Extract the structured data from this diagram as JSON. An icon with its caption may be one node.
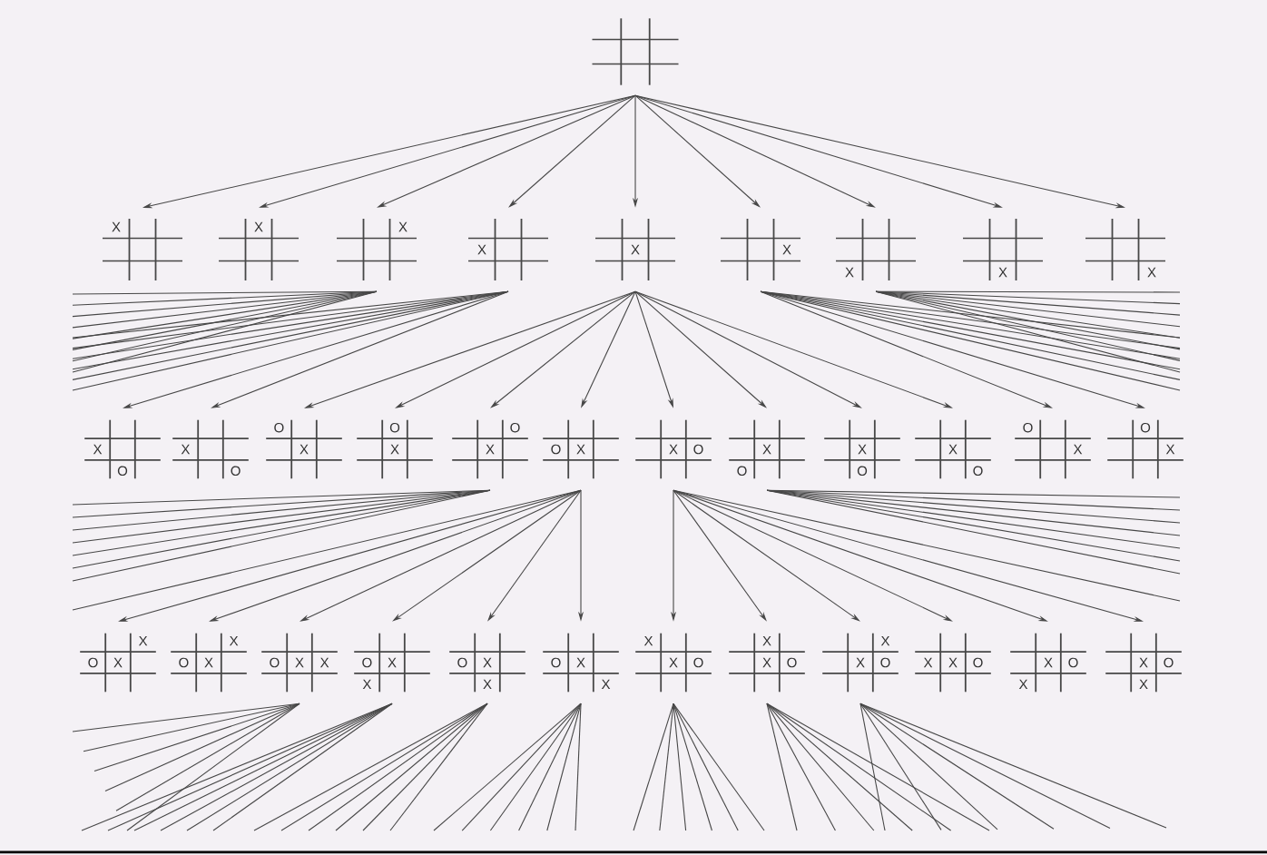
{
  "diagram": {
    "nodes": [
      {
        "text": [],
        "shape": "grid"
      },
      {
        "text": [
          "X"
        ]
      },
      {
        "text": [
          "X"
        ]
      },
      {
        "text": [
          "X"
        ]
      },
      {
        "text": [
          "X"
        ]
      },
      {
        "text": [
          "X"
        ]
      },
      {
        "text": [
          "X"
        ]
      },
      {
        "text": [
          "X"
        ]
      },
      {
        "text": [
          "X"
        ]
      },
      {
        "text": [
          "X"
        ]
      },
      {
        "text": [
          "X",
          "O"
        ]
      },
      {
        "text": [
          "X",
          "O"
        ]
      },
      {
        "text": [
          "O",
          "X"
        ]
      },
      {
        "text": [
          "O",
          "X"
        ]
      },
      {
        "text": [
          "O",
          "X"
        ]
      },
      {
        "text": [
          "O",
          "X"
        ]
      },
      {
        "text": [
          "X",
          "O"
        ]
      },
      {
        "text": [
          "X",
          "O"
        ]
      },
      {
        "text": [
          "X",
          "O"
        ]
      },
      {
        "text": [
          "X",
          "O"
        ]
      },
      {
        "text": [
          "O",
          "X"
        ]
      },
      {
        "text": [
          "O",
          "X"
        ]
      },
      {
        "text": [
          "X",
          "O",
          "X"
        ]
      },
      {
        "text": [
          "X",
          "O",
          "X"
        ]
      },
      {
        "text": [
          "O",
          "X",
          "X"
        ]
      },
      {
        "text": [
          "O",
          "X",
          "X"
        ]
      },
      {
        "text": [
          "O",
          "X",
          "X"
        ]
      },
      {
        "text": [
          "O",
          "X",
          "X"
        ]
      },
      {
        "text": [
          "X",
          "X",
          "O"
        ]
      },
      {
        "text": [
          "X",
          "X",
          "O"
        ]
      },
      {
        "text": [
          "X",
          "X",
          "O"
        ]
      },
      {
        "text": [
          "X",
          "X",
          "O"
        ]
      },
      {
        "text": [
          "X",
          "O",
          "X"
        ]
      },
      {
        "text": [
          "X",
          "O",
          "X"
        ]
      }
    ],
    "edges": [
      {
        "from": 0,
        "to": 1,
        "arrow": "to"
      },
      {
        "from": 0,
        "to": 2,
        "arrow": "to"
      },
      {
        "from": 0,
        "to": 3,
        "arrow": "to"
      },
      {
        "from": 0,
        "to": 4,
        "arrow": "to"
      },
      {
        "from": 0,
        "to": 5,
        "arrow": "to"
      },
      {
        "from": 0,
        "to": 6,
        "arrow": "to"
      },
      {
        "from": 0,
        "to": 7,
        "arrow": "to"
      },
      {
        "from": 0,
        "to": 8,
        "arrow": "to"
      },
      {
        "from": 0,
        "to": 9,
        "arrow": "to"
      },
      {
        "from": 3,
        "to": null,
        "arrow": "none"
      },
      {
        "from": 3,
        "to": null,
        "arrow": "none"
      },
      {
        "from": 3,
        "to": null,
        "arrow": "none"
      },
      {
        "from": 3,
        "to": null,
        "arrow": "none"
      },
      {
        "from": 3,
        "to": null,
        "arrow": "none"
      },
      {
        "from": 3,
        "to": null,
        "arrow": "none"
      },
      {
        "from": 3,
        "to": null,
        "arrow": "none"
      },
      {
        "from": 3,
        "to": null,
        "arrow": "none"
      },
      {
        "from": 4,
        "to": null,
        "arrow": "none"
      },
      {
        "from": 4,
        "to": null,
        "arrow": "none"
      },
      {
        "from": 4,
        "to": null,
        "arrow": "none"
      },
      {
        "from": 4,
        "to": null,
        "arrow": "none"
      },
      {
        "from": 4,
        "to": null,
        "arrow": "none"
      },
      {
        "from": 4,
        "to": null,
        "arrow": "none"
      },
      {
        "from": 4,
        "to": 10,
        "arrow": "to"
      },
      {
        "from": 4,
        "to": 11,
        "arrow": "to"
      },
      {
        "from": 5,
        "to": 12,
        "arrow": "to"
      },
      {
        "from": 5,
        "to": 13,
        "arrow": "to"
      },
      {
        "from": 5,
        "to": 14,
        "arrow": "to"
      },
      {
        "from": 5,
        "to": 15,
        "arrow": "to"
      },
      {
        "from": 5,
        "to": 16,
        "arrow": "to"
      },
      {
        "from": 5,
        "to": 17,
        "arrow": "to"
      },
      {
        "from": 5,
        "to": 18,
        "arrow": "to"
      },
      {
        "from": 5,
        "to": 19,
        "arrow": "to"
      },
      {
        "from": 6,
        "to": 20,
        "arrow": "to"
      },
      {
        "from": 6,
        "to": 21,
        "arrow": "to"
      },
      {
        "from": 6,
        "to": null,
        "arrow": "none"
      },
      {
        "from": 6,
        "to": null,
        "arrow": "none"
      },
      {
        "from": 6,
        "to": null,
        "arrow": "none"
      },
      {
        "from": 6,
        "to": null,
        "arrow": "none"
      },
      {
        "from": 6,
        "to": null,
        "arrow": "none"
      },
      {
        "from": 6,
        "to": null,
        "arrow": "none"
      },
      {
        "from": 7,
        "to": null,
        "arrow": "none"
      },
      {
        "from": 7,
        "to": null,
        "arrow": "none"
      },
      {
        "from": 7,
        "to": null,
        "arrow": "none"
      },
      {
        "from": 7,
        "to": null,
        "arrow": "none"
      },
      {
        "from": 7,
        "to": null,
        "arrow": "none"
      },
      {
        "from": 7,
        "to": null,
        "arrow": "none"
      },
      {
        "from": 7,
        "to": null,
        "arrow": "none"
      },
      {
        "from": 7,
        "to": null,
        "arrow": "none"
      },
      {
        "from": 14,
        "to": null,
        "arrow": "none"
      },
      {
        "from": 14,
        "to": null,
        "arrow": "none"
      },
      {
        "from": 14,
        "to": null,
        "arrow": "none"
      },
      {
        "from": 14,
        "to": null,
        "arrow": "none"
      },
      {
        "from": 14,
        "to": null,
        "arrow": "none"
      },
      {
        "from": 14,
        "to": null,
        "arrow": "none"
      },
      {
        "from": 14,
        "to": null,
        "arrow": "none"
      },
      {
        "from": 15,
        "to": null,
        "arrow": "none"
      },
      {
        "from": 15,
        "to": 22,
        "arrow": "to"
      },
      {
        "from": 15,
        "to": 23,
        "arrow": "to"
      },
      {
        "from": 15,
        "to": 24,
        "arrow": "to"
      },
      {
        "from": 15,
        "to": 25,
        "arrow": "to"
      },
      {
        "from": 15,
        "to": 26,
        "arrow": "to"
      },
      {
        "from": 15,
        "to": 27,
        "arrow": "to"
      },
      {
        "from": 16,
        "to": 28,
        "arrow": "to"
      },
      {
        "from": 16,
        "to": 29,
        "arrow": "to"
      },
      {
        "from": 16,
        "to": 30,
        "arrow": "to"
      },
      {
        "from": 16,
        "to": 31,
        "arrow": "to"
      },
      {
        "from": 16,
        "to": 32,
        "arrow": "to"
      },
      {
        "from": 16,
        "to": 33,
        "arrow": "to"
      },
      {
        "from": 16,
        "to": null,
        "arrow": "none"
      },
      {
        "from": 17,
        "to": null,
        "arrow": "none"
      },
      {
        "from": 17,
        "to": null,
        "arrow": "none"
      },
      {
        "from": 17,
        "to": null,
        "arrow": "none"
      },
      {
        "from": 17,
        "to": null,
        "arrow": "none"
      },
      {
        "from": 17,
        "to": null,
        "arrow": "none"
      },
      {
        "from": 17,
        "to": null,
        "arrow": "none"
      },
      {
        "from": 17,
        "to": null,
        "arrow": "none"
      },
      {
        "from": 24,
        "to": null,
        "arrow": "none"
      },
      {
        "from": 24,
        "to": null,
        "arrow": "none"
      },
      {
        "from": 24,
        "to": null,
        "arrow": "none"
      },
      {
        "from": 24,
        "to": null,
        "arrow": "none"
      },
      {
        "from": 24,
        "to": null,
        "arrow": "none"
      },
      {
        "from": 24,
        "to": null,
        "arrow": "none"
      },
      {
        "from": 25,
        "to": null,
        "arrow": "none"
      },
      {
        "from": 25,
        "to": null,
        "arrow": "none"
      },
      {
        "from": 25,
        "to": null,
        "arrow": "none"
      },
      {
        "from": 25,
        "to": null,
        "arrow": "none"
      },
      {
        "from": 25,
        "to": null,
        "arrow": "none"
      },
      {
        "from": 25,
        "to": null,
        "arrow": "none"
      },
      {
        "from": 26,
        "to": null,
        "arrow": "none"
      },
      {
        "from": 26,
        "to": null,
        "arrow": "none"
      },
      {
        "from": 26,
        "to": null,
        "arrow": "none"
      },
      {
        "from": 26,
        "to": null,
        "arrow": "none"
      },
      {
        "from": 26,
        "to": null,
        "arrow": "none"
      },
      {
        "from": 26,
        "to": null,
        "arrow": "none"
      },
      {
        "from": 27,
        "to": null,
        "arrow": "none"
      },
      {
        "from": 27,
        "to": null,
        "arrow": "none"
      },
      {
        "from": 27,
        "to": null,
        "arrow": "none"
      },
      {
        "from": 27,
        "to": null,
        "arrow": "none"
      },
      {
        "from": 27,
        "to": null,
        "arrow": "none"
      },
      {
        "from": 27,
        "to": null,
        "arrow": "none"
      },
      {
        "from": 28,
        "to": null,
        "arrow": "none"
      },
      {
        "from": 28,
        "to": null,
        "arrow": "none"
      },
      {
        "from": 28,
        "to": null,
        "arrow": "none"
      },
      {
        "from": 28,
        "to": null,
        "arrow": "none"
      },
      {
        "from": 28,
        "to": null,
        "arrow": "none"
      },
      {
        "from": 28,
        "to": null,
        "arrow": "none"
      },
      {
        "from": 29,
        "to": null,
        "arrow": "none"
      },
      {
        "from": 29,
        "to": null,
        "arrow": "none"
      },
      {
        "from": 29,
        "to": null,
        "arrow": "none"
      },
      {
        "from": 29,
        "to": null,
        "arrow": "none"
      },
      {
        "from": 29,
        "to": null,
        "arrow": "none"
      },
      {
        "from": 29,
        "to": null,
        "arrow": "none"
      },
      {
        "from": 30,
        "to": null,
        "arrow": "none"
      },
      {
        "from": 30,
        "to": null,
        "arrow": "none"
      },
      {
        "from": 30,
        "to": null,
        "arrow": "none"
      },
      {
        "from": 30,
        "to": null,
        "arrow": "none"
      },
      {
        "from": 30,
        "to": null,
        "arrow": "none"
      },
      {
        "from": 30,
        "to": null,
        "arrow": "none"
      }
    ]
  }
}
